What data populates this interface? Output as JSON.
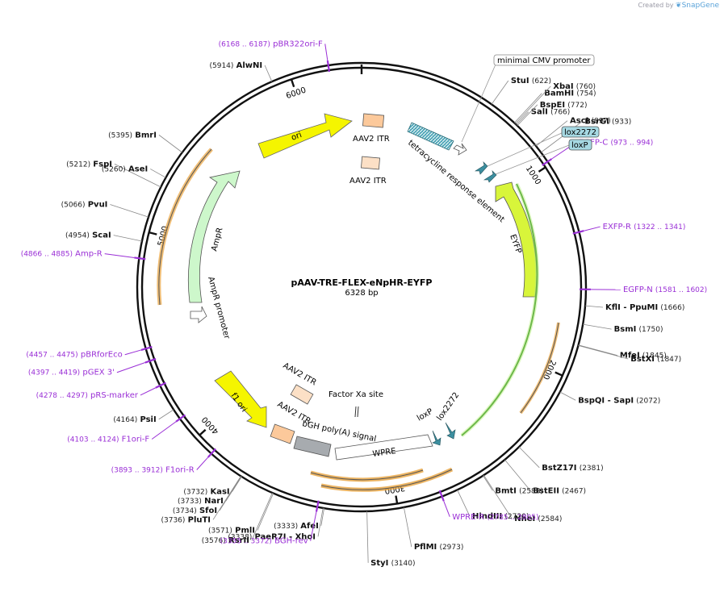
{
  "brand": {
    "prefix": "Created by",
    "logo_icon": "snapgene-leaf-icon",
    "name": "SnapGene"
  },
  "plasmid": {
    "name": "pAAV-TRE-FLEX-eNpHR-EYFP",
    "size": "6328 bp",
    "length": 6328
  },
  "colors": {
    "backbone": "#111111",
    "primer": "#9a2fd6",
    "ori": "#f5f500",
    "ampR": "#cdf7cb",
    "eyfp": "#d8f53a",
    "itr": "#fcc99b",
    "tre": "#4ea6b8",
    "loxp": "#3c8fa0",
    "polyA": "#a7abaf",
    "wpre": "#ffffff",
    "orange_arrow": "#e9a23c"
  },
  "ticks": [
    {
      "pos": 1000,
      "label": "1000"
    },
    {
      "pos": 2000,
      "label": "2000"
    },
    {
      "pos": 3000,
      "label": "3000"
    },
    {
      "pos": 4000,
      "label": "4000"
    },
    {
      "pos": 5000,
      "label": "5000"
    },
    {
      "pos": 6000,
      "label": "6000"
    }
  ],
  "enzymes": [
    {
      "name": "AlwNI",
      "pos": "(5914)",
      "site": 5914
    },
    {
      "name": "StuI",
      "pos": "(622)",
      "site": 622
    },
    {
      "name": "BamHI",
      "pos": "(754)",
      "site": 754
    },
    {
      "name": "XbaI",
      "pos": "(760)",
      "site": 760
    },
    {
      "name": "SalI",
      "pos": "(766)",
      "site": 766
    },
    {
      "name": "BspEI",
      "pos": "(772)",
      "site": 772
    },
    {
      "name": "AscI",
      "pos": "(897)",
      "site": 897
    },
    {
      "name": "BsrGI",
      "pos": "(933)",
      "site": 933
    },
    {
      "name": "KflI - PpuMI",
      "pos": "(1666)",
      "site": 1666
    },
    {
      "name": "BsmI",
      "pos": "(1750)",
      "site": 1750
    },
    {
      "name": "MfeI",
      "pos": "(1845)",
      "site": 1845
    },
    {
      "name": "BstXI",
      "pos": "(1847)",
      "site": 1847
    },
    {
      "name": "BspQI - SapI",
      "pos": "(2072)",
      "site": 2072
    },
    {
      "name": "BstZ17I",
      "pos": "(2381)",
      "site": 2381
    },
    {
      "name": "BstEII",
      "pos": "(2467)",
      "site": 2467
    },
    {
      "name": "NheI",
      "pos": "(2584)",
      "site": 2584
    },
    {
      "name": "BmtI",
      "pos": "(2588)",
      "site": 2588
    },
    {
      "name": "HindIII",
      "pos": "(2720)",
      "site": 2720
    },
    {
      "name": "PflMI",
      "pos": "(2973)",
      "site": 2973
    },
    {
      "name": "StyI",
      "pos": "(3140)",
      "site": 3140
    },
    {
      "name": "AfeI",
      "pos": "(3333)",
      "site": 3333
    },
    {
      "name": "PaeR7I - XhoI",
      "pos": "(3338)",
      "site": 3338
    },
    {
      "name": "PmlI",
      "pos": "(3571)",
      "site": 3571
    },
    {
      "name": "RsrII",
      "pos": "(3576)",
      "site": 3576
    },
    {
      "name": "KasI",
      "pos": "(3732)",
      "site": 3732
    },
    {
      "name": "NarI",
      "pos": "(3733)",
      "site": 3733
    },
    {
      "name": "SfoI",
      "pos": "(3734)",
      "site": 3734
    },
    {
      "name": "PluTI",
      "pos": "(3736)",
      "site": 3736
    },
    {
      "name": "PsiI",
      "pos": "(4164)",
      "site": 4164
    },
    {
      "name": "ScaI",
      "pos": "(4954)",
      "site": 4954
    },
    {
      "name": "PvuI",
      "pos": "(5066)",
      "site": 5066
    },
    {
      "name": "FspI",
      "pos": "(5212)",
      "site": 5212
    },
    {
      "name": "AseI",
      "pos": "(5260)",
      "site": 5260
    },
    {
      "name": "BmrI",
      "pos": "(5395)",
      "site": 5395
    }
  ],
  "primers": [
    {
      "name": "pBR322ori-F",
      "pos": "(6168 .. 6187)",
      "site": 6178
    },
    {
      "name": "EGFP-C",
      "pos": "(973 .. 994)",
      "site": 984
    },
    {
      "name": "EXFP-R",
      "pos": "(1322 .. 1341)",
      "site": 1332
    },
    {
      "name": "EGFP-N",
      "pos": "(1581 .. 1602)",
      "site": 1592
    },
    {
      "name": "WPRE-R",
      "pos": "(2785 .. 2805)",
      "site": 2795
    },
    {
      "name": "BGH-rev",
      "pos": "(3355 .. 3372)",
      "site": 3364
    },
    {
      "name": "F1ori-R",
      "pos": "(3893 .. 3912)",
      "site": 3903
    },
    {
      "name": "F1ori-F",
      "pos": "(4103 .. 4124)",
      "site": 4114
    },
    {
      "name": "pRS-marker",
      "pos": "(4278 .. 4297)",
      "site": 4288
    },
    {
      "name": "pGEX 3'",
      "pos": "(4397 .. 4419)",
      "site": 4408
    },
    {
      "name": "pBRforEco",
      "pos": "(4457 .. 4475)",
      "site": 4466
    },
    {
      "name": "Amp-R",
      "pos": "(4866 .. 4885)",
      "site": 4876
    }
  ],
  "boxed_features": [
    {
      "name": "minimal CMV promoter"
    },
    {
      "name": "lox2272"
    },
    {
      "name": "loxP"
    }
  ],
  "features": [
    {
      "name": "ori"
    },
    {
      "name": "AAV2 ITR"
    },
    {
      "name": "AAV2 ITR"
    },
    {
      "name": "tetracycline response element"
    },
    {
      "name": "EYFP"
    },
    {
      "name": "AmpR"
    },
    {
      "name": "AmpR promoter"
    },
    {
      "name": "f1 ori"
    },
    {
      "name": "AAV2 ITR"
    },
    {
      "name": "AAV2 ITR"
    },
    {
      "name": "Factor Xa site"
    },
    {
      "name": "bGH poly(A) signal"
    },
    {
      "name": "WPRE"
    },
    {
      "name": "loxP"
    },
    {
      "name": "lox2272"
    }
  ]
}
